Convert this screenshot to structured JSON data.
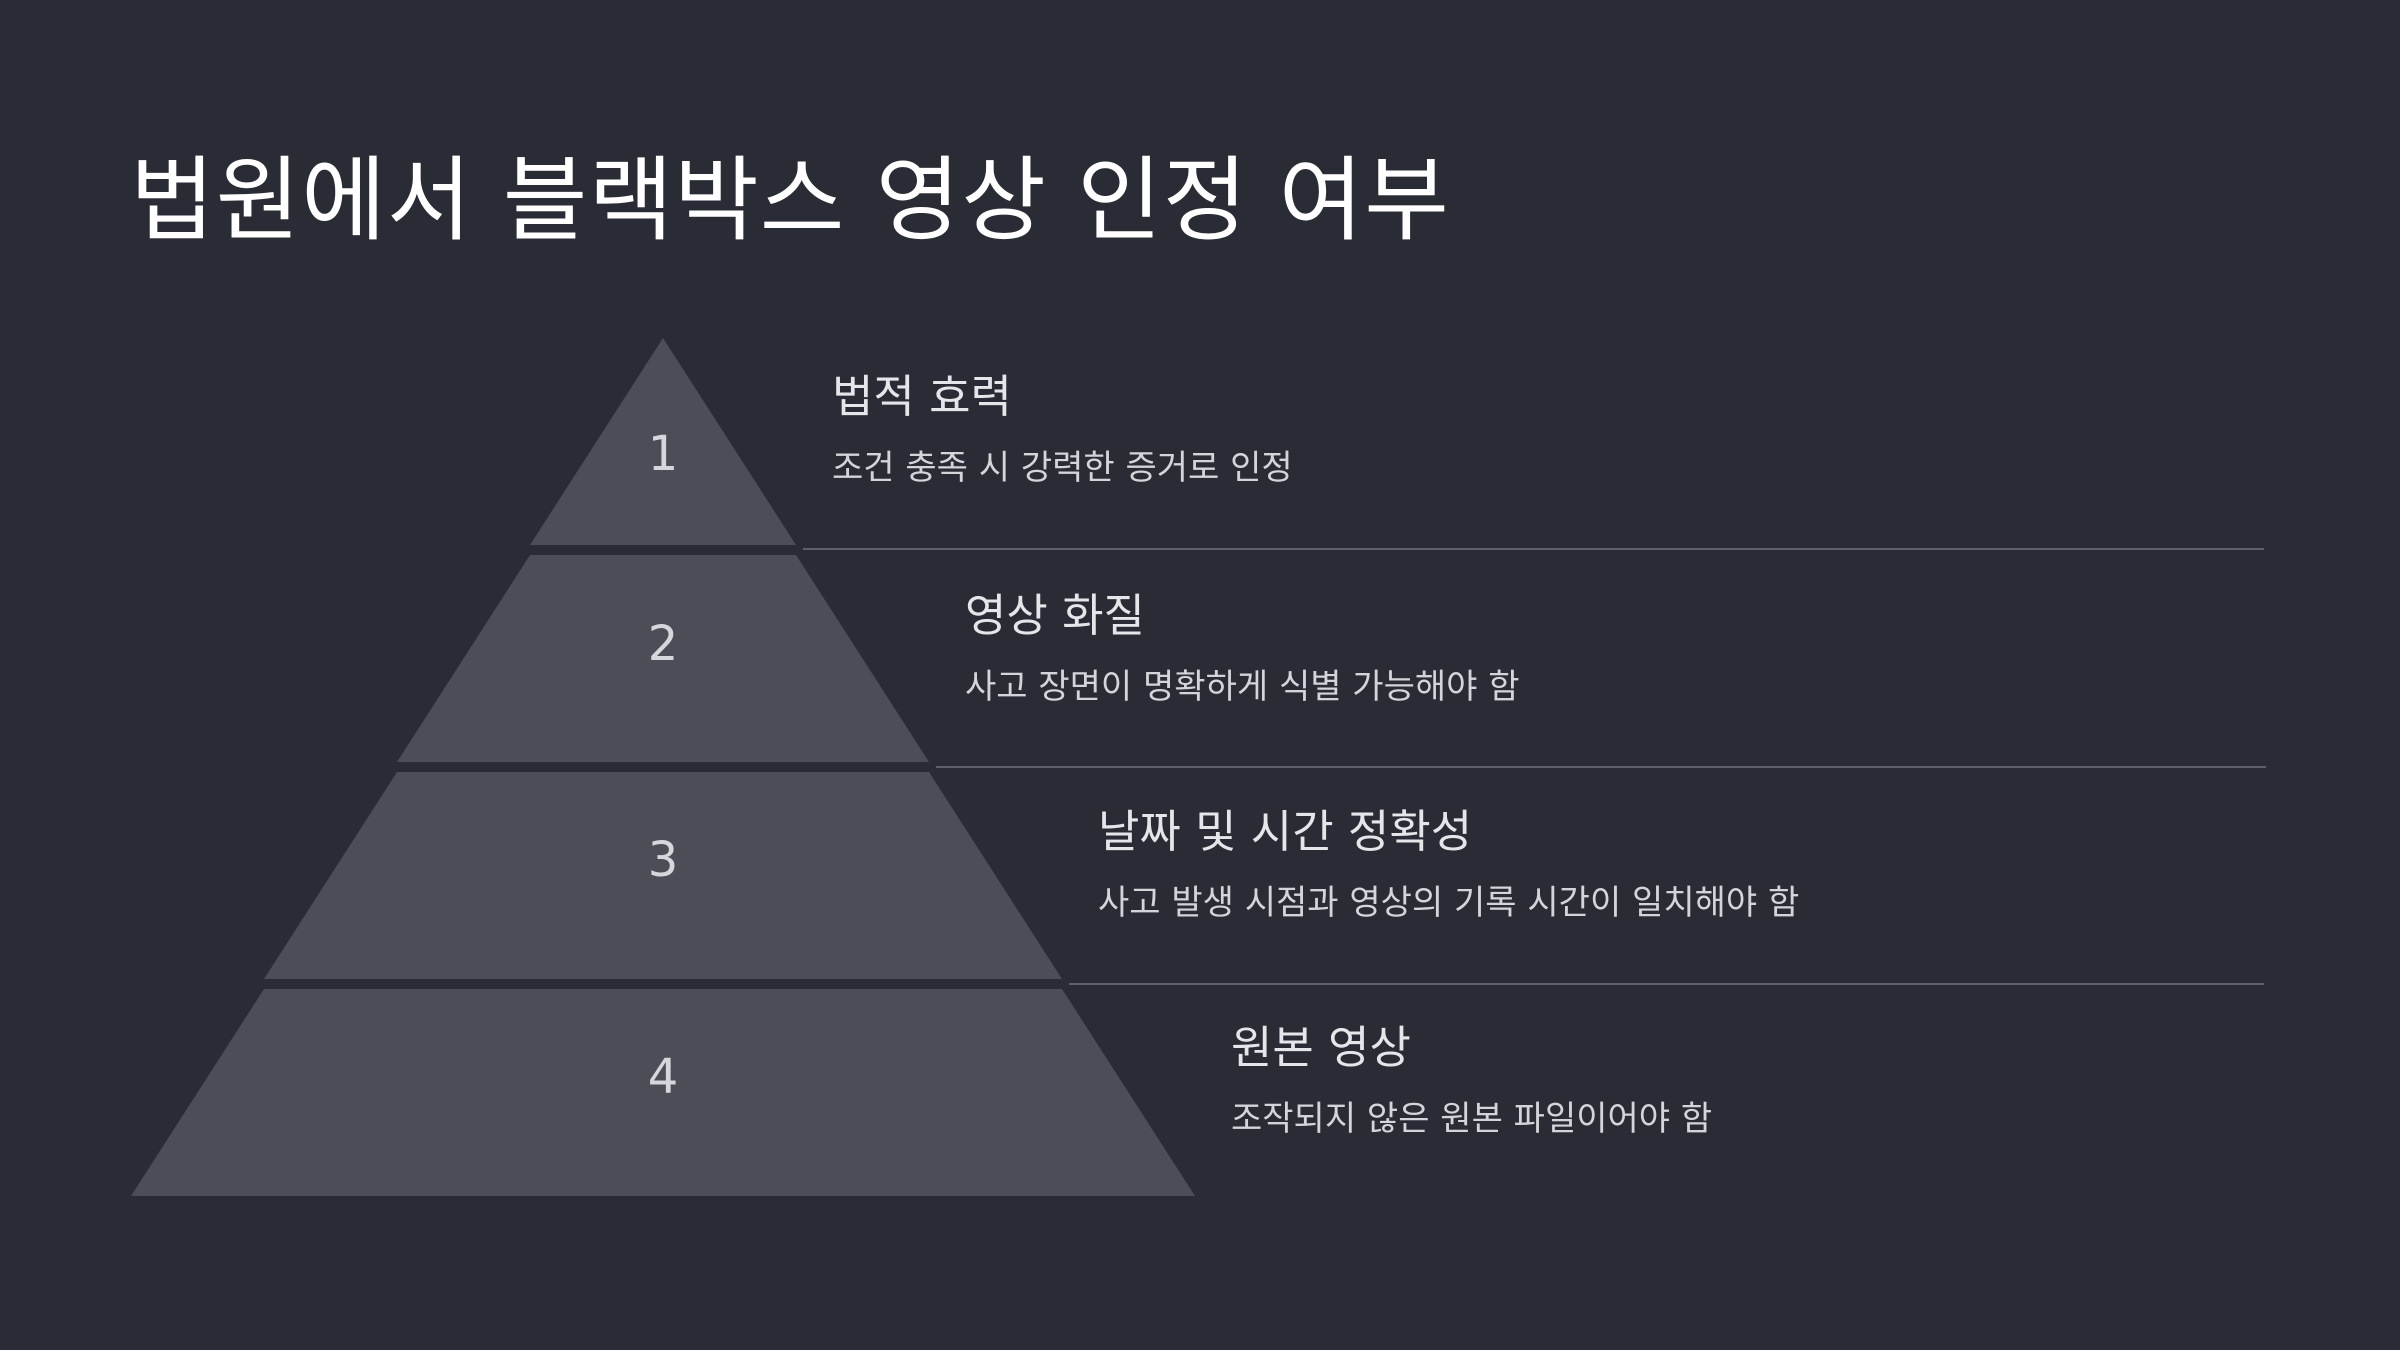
{
  "page": {
    "title": "법원에서 블랙박스 영상 인정 여부"
  },
  "colors": {
    "background": "#292c34",
    "level_fill": "#4b4e56",
    "divider": "#5d6068",
    "title_text": "#ffffff",
    "heading_text": "#e4e6ea",
    "description_text": "#d3d5da"
  },
  "pyramid": {
    "levels": [
      {
        "number": "1",
        "heading": "법적 효력",
        "description": "조건 충족 시 강력한 증거로 인정"
      },
      {
        "number": "2",
        "heading": "영상 화질",
        "description": "사고 장면이 명확하게 식별 가능해야 함"
      },
      {
        "number": "3",
        "heading": "날짜 및 시간 정확성",
        "description": "사고 발생 시점과 영상의 기록 시간이 일치해야 함"
      },
      {
        "number": "4",
        "heading": "원본 영상",
        "description": "조작되지 않은 원본 파일이어야 함"
      }
    ]
  }
}
